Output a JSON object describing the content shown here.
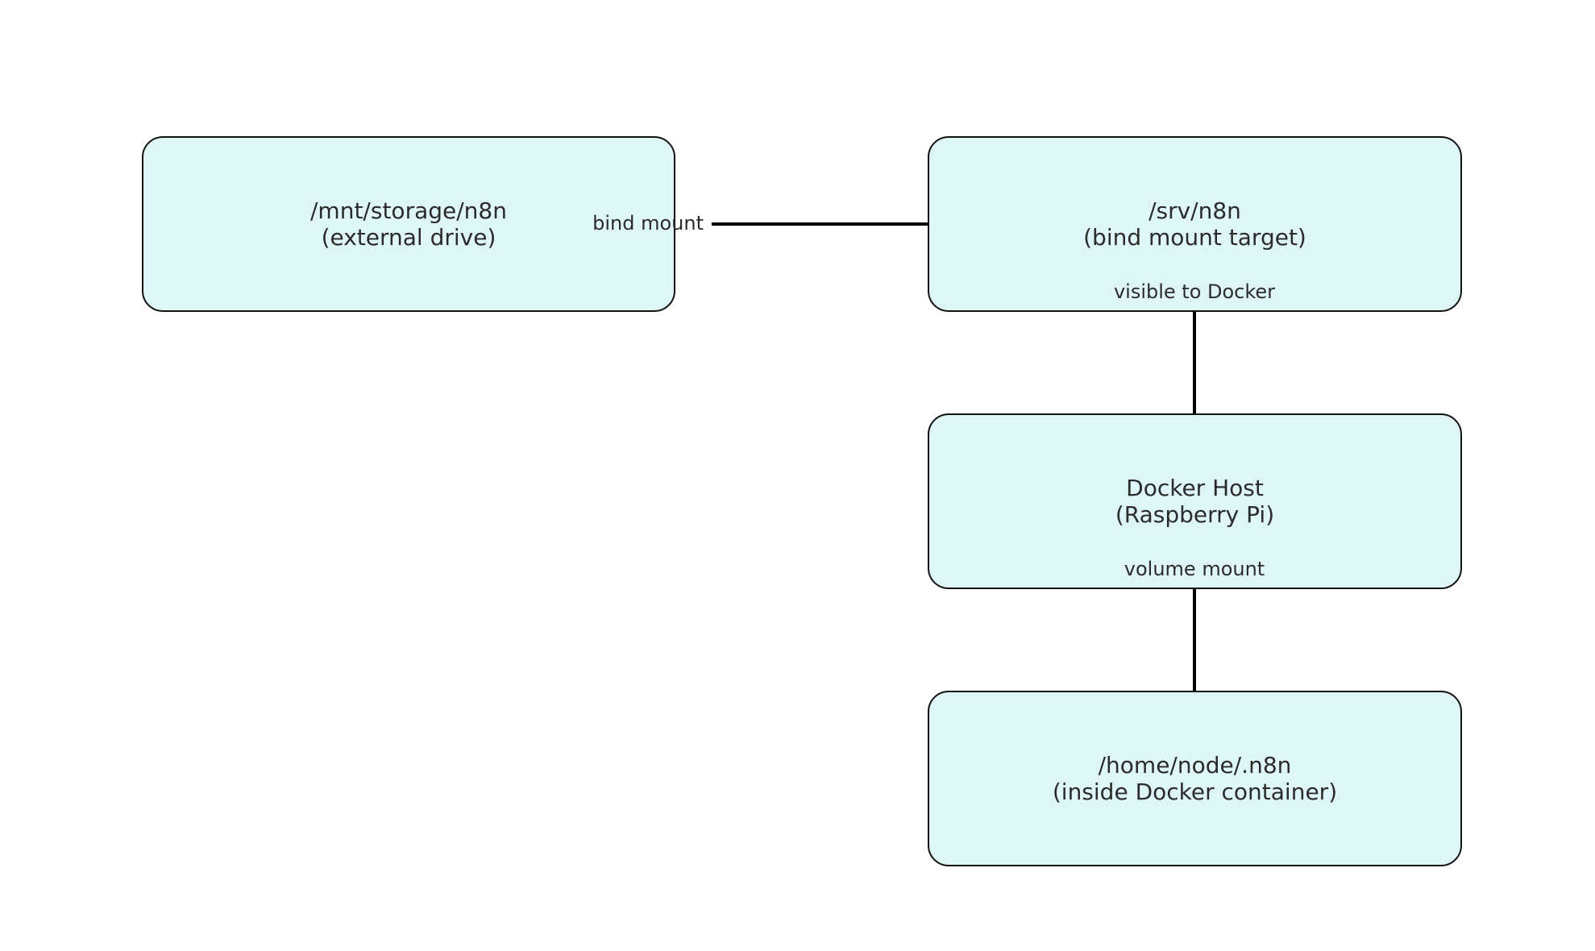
{
  "nodes": {
    "external_drive": {
      "line1": "/mnt/storage/n8n",
      "line2": "(external drive)"
    },
    "srv": {
      "line1": "/srv/n8n",
      "line2": "(bind mount target)"
    },
    "docker_host": {
      "line1": "Docker Host",
      "line2": "(Raspberry Pi)"
    },
    "container": {
      "line1": "/home/node/.n8n",
      "line2": "(inside Docker container)"
    }
  },
  "edges": {
    "bind_mount": "bind mount",
    "visible_to_docker": "visible to Docker",
    "volume_mount": "volume mount"
  },
  "colors": {
    "node_fill": "#dff6f9",
    "node_border": "#111111",
    "arrow": "#000000",
    "text": "#2b2b2b"
  }
}
